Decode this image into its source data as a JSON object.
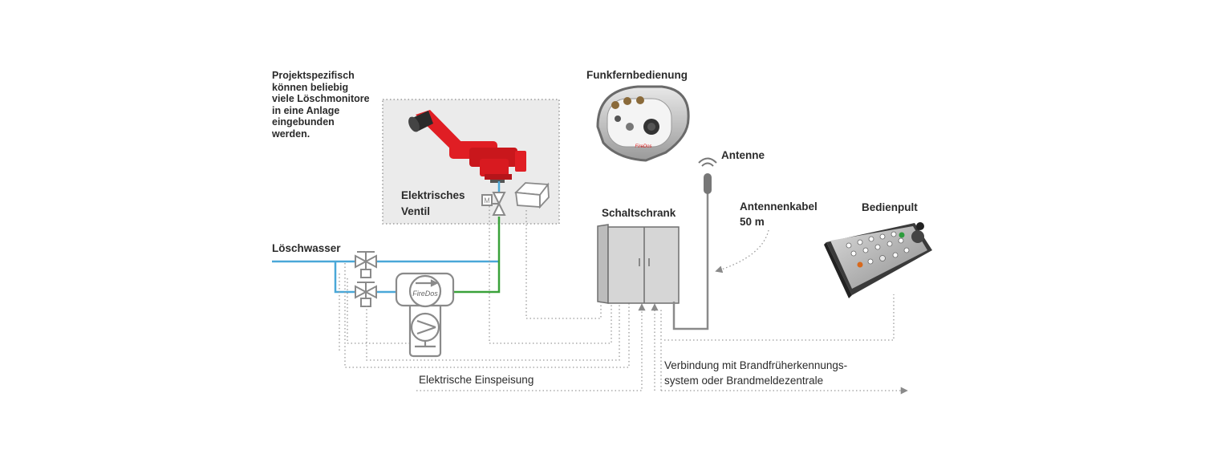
{
  "labels": {
    "note_lines": [
      "Projektspezifisch",
      "können beliebig",
      "viele Löschmonitore",
      "in eine Anlage",
      "eingebunden",
      "werden."
    ],
    "funk": "Funkfernbedienung",
    "antenne": "Antenne",
    "antennenkabel": "Antennenkabel",
    "antennenkabel_len": "50 m",
    "schaltschrank": "Schaltschrank",
    "bedienpult": "Bedienpult",
    "ventil_1": "Elektrisches",
    "ventil_2": "Ventil",
    "loeschwasser": "Löschwasser",
    "einspeisung": "Elektrische Einspeisung",
    "verbindung_1": "Verbindung mit Brandfrüherkennungs-",
    "verbindung_2": "system oder Brandmeldezentrale",
    "firedos": "FireDos",
    "motor": "M",
    "remote_brand": "FireDos"
  },
  "colors": {
    "water": "#4aa8d8",
    "green": "#3aa23a",
    "gray_line": "#8a8a8a",
    "dotted": "#9a9a9a",
    "monitor_red": "#e01e24",
    "box_bg": "#ebebeb"
  }
}
